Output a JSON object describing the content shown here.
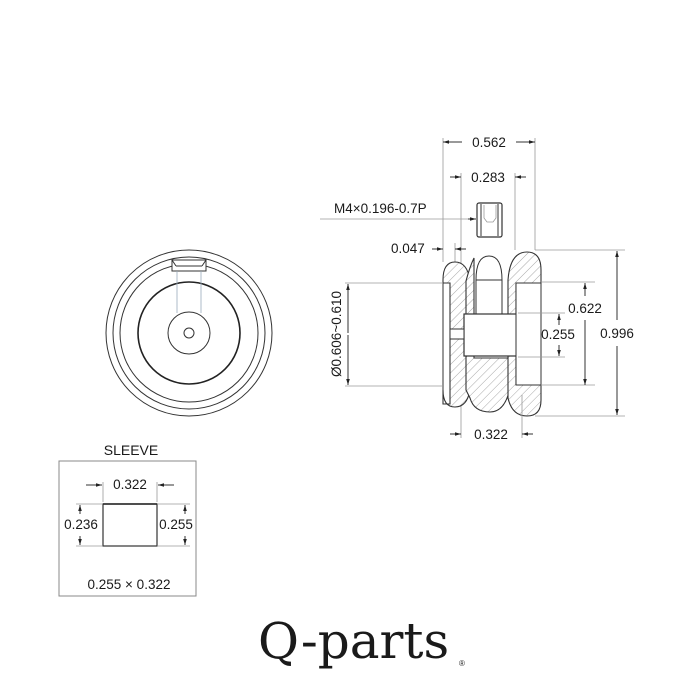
{
  "drawing": {
    "side_view": {
      "thread_spec": "M4×0.196-0.7P",
      "dimensions": {
        "overall_width": "0.562",
        "screw_spacing": "0.283",
        "wall_offset": "0.047",
        "bore_diameter": "Ø0.606~0.610",
        "inner_height": "0.622",
        "sleeve_height": "0.255",
        "overall_height": "0.996",
        "sleeve_width": "0.322"
      }
    },
    "front_view": {
      "label": "front view (circular)"
    },
    "sleeve": {
      "title": "SLEEVE",
      "width": "0.322",
      "height_left": "0.236",
      "height_right": "0.255",
      "size_label": "0.255 × 0.322"
    }
  },
  "brand": {
    "logo_text": "Q-parts",
    "registered_mark": "®"
  }
}
